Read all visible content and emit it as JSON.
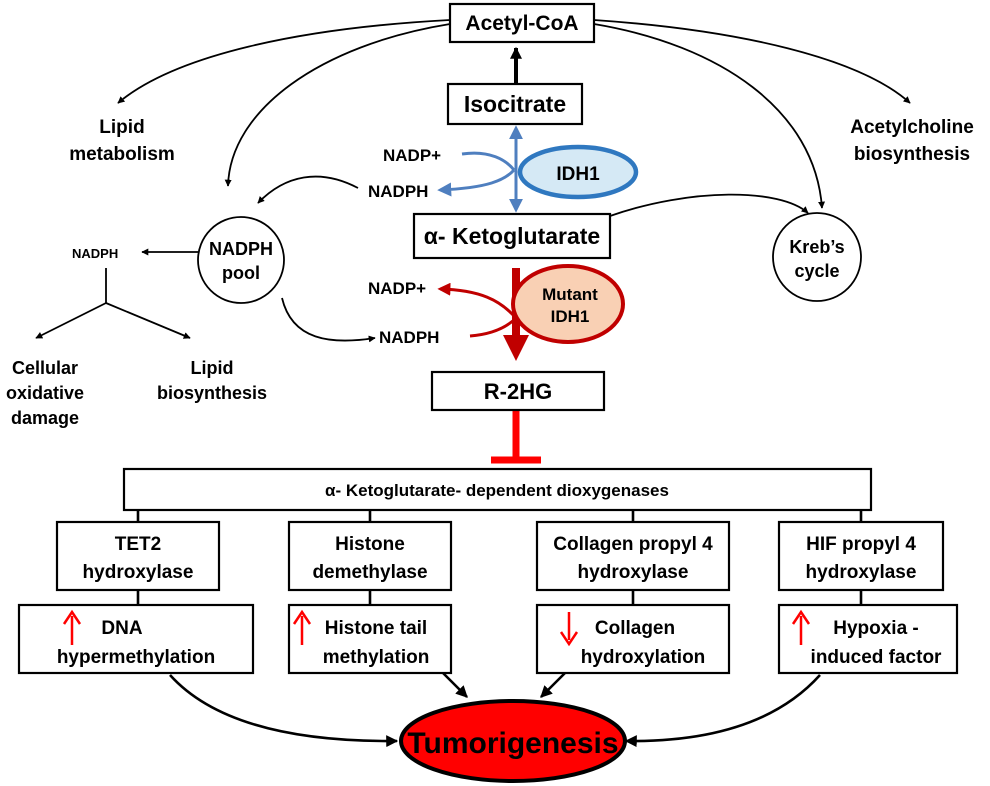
{
  "colors": {
    "blue_arrow": "#4f7fbf",
    "idh1_fill": "#d5e9f5",
    "idh1_stroke": "#2f78c0",
    "mutant_fill": "#f9d0b4",
    "mutant_stroke": "#c00000",
    "dark_red": "#c00000",
    "inhibit_red": "#ff0000",
    "tumor_fill": "#ff0000"
  },
  "nodes": {
    "acetyl_coa": "Acetyl-CoA",
    "isocitrate": "Isocitrate",
    "alpha_kg": "α- Ketoglutarate",
    "r2hg": "R-2HG",
    "idh1": "IDH1",
    "mutant_idh1": [
      "Mutant",
      "IDH1"
    ],
    "nadp_plus_top": "NADP+",
    "nadph_top": "NADPH",
    "nadp_plus_bottom": "NADP+",
    "nadph_bottom": "NADPH",
    "lipid_metabolism": [
      "Lipid",
      "metabolism"
    ],
    "acetylcholine": [
      "Acetylcholine",
      "biosynthesis"
    ],
    "nadph_pool": [
      "NADPH",
      "pool"
    ],
    "krebs": [
      "Kreb’s",
      "cycle"
    ],
    "nadph_small": "NADPH",
    "oxidative_damage": [
      "Cellular",
      "oxidative",
      "damage"
    ],
    "lipid_biosynthesis": [
      "Lipid",
      "biosynthesis"
    ],
    "dioxygenases": "α- Ketoglutarate- dependent dioxygenases",
    "tumorigenesis": "Tumorigenesis"
  },
  "enzymes": [
    {
      "lines": [
        "TET2",
        "hydroxylase"
      ],
      "effect": [
        "DNA",
        "hypermethylation"
      ],
      "direction": "up"
    },
    {
      "lines": [
        "Histone",
        "demethylase"
      ],
      "effect": [
        "Histone tail",
        "methylation"
      ],
      "direction": "up"
    },
    {
      "lines": [
        "Collagen propyl 4",
        "hydroxylase"
      ],
      "effect": [
        "Collagen",
        "hydroxylation"
      ],
      "direction": "down"
    },
    {
      "lines": [
        "HIF propyl 4",
        "hydroxylase"
      ],
      "effect": [
        "Hypoxia -",
        "induced factor"
      ],
      "direction": "up"
    }
  ]
}
